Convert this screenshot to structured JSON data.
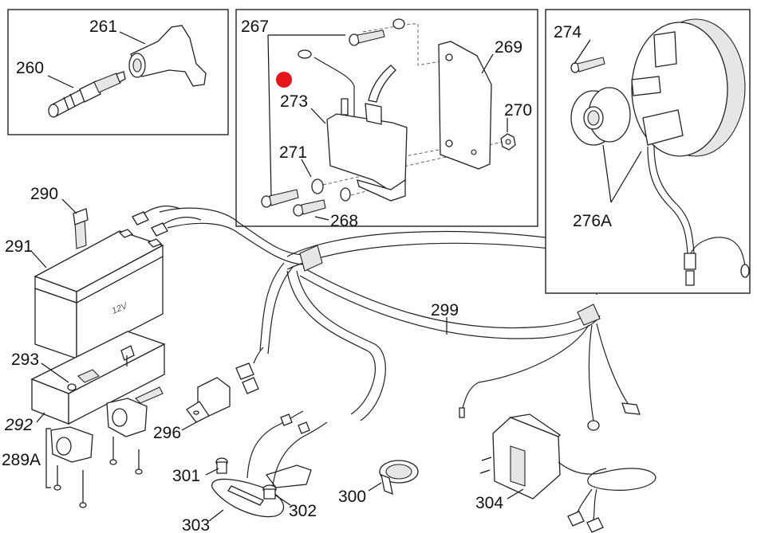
{
  "title": "Ignition and electrical system exploded parts diagram",
  "marker_color": "#e8141c",
  "insets": [
    {
      "name": "spark-plug-inset",
      "parts": [
        "260",
        "261"
      ]
    },
    {
      "name": "ignition-coil-inset",
      "parts": [
        "267",
        "268",
        "269",
        "270",
        "271",
        "273"
      ]
    },
    {
      "name": "stator-inset",
      "parts": [
        "274",
        "276A"
      ]
    }
  ],
  "callouts": {
    "p260": "260",
    "p261": "261",
    "p267": "267",
    "p268": "268",
    "p269": "269",
    "p270": "270",
    "p271": "271",
    "p273": "273",
    "p274": "274",
    "p276A": "276A",
    "p289A": "289A",
    "p290": "290",
    "p291": "291",
    "p292": "292",
    "p293": "293",
    "p296": "296",
    "p299": "299",
    "p300": "300",
    "p301": "301",
    "p302": "302",
    "p303": "303",
    "p304": "304"
  },
  "battery_label": "12V"
}
